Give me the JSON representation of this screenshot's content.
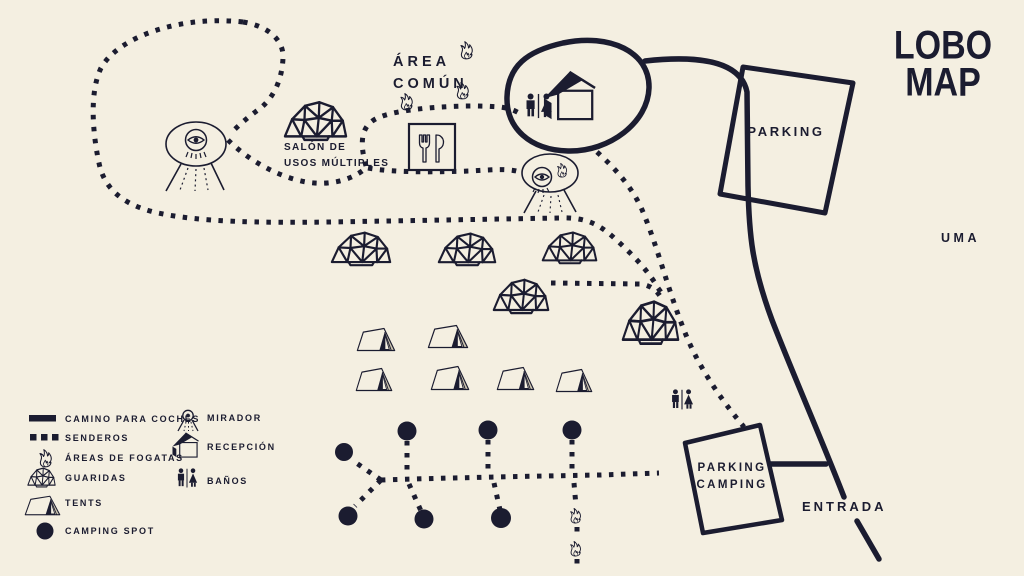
{
  "title": {
    "line1": "LOBO",
    "line2": "MAP"
  },
  "region_label": "UMA",
  "map_labels": {
    "area_comun": "ÁREA\nCOMÚN",
    "salon": "SALÓN DE\nUSOS MÚLTIPLES",
    "parking": "PARKING",
    "parking_camping": "PARKING\nCAMPING",
    "entrada": "ENTRADA"
  },
  "legend": {
    "items": [
      {
        "icon": "road-line-icon",
        "label": "CAMINO PARA COCHES"
      },
      {
        "icon": "trail-dashes-icon",
        "label": "SENDEROS"
      },
      {
        "icon": "fire-icon",
        "label": "ÁREAS DE FOGATAS"
      },
      {
        "icon": "dome-icon",
        "label": "GUARIDAS"
      },
      {
        "icon": "tent-icon",
        "label": "TENTS"
      },
      {
        "icon": "camping-spot-icon",
        "label": "CAMPING SPOT"
      },
      {
        "icon": "viewpoint-icon",
        "label": "MIRADOR"
      },
      {
        "icon": "reception-icon",
        "label": "RECEPCIÓN"
      },
      {
        "icon": "restrooms-icon",
        "label": "BAÑOS"
      }
    ]
  },
  "colors": {
    "background": "#f4efe1",
    "ink": "#1b1c30",
    "tent_shade": "#cdc5af"
  }
}
